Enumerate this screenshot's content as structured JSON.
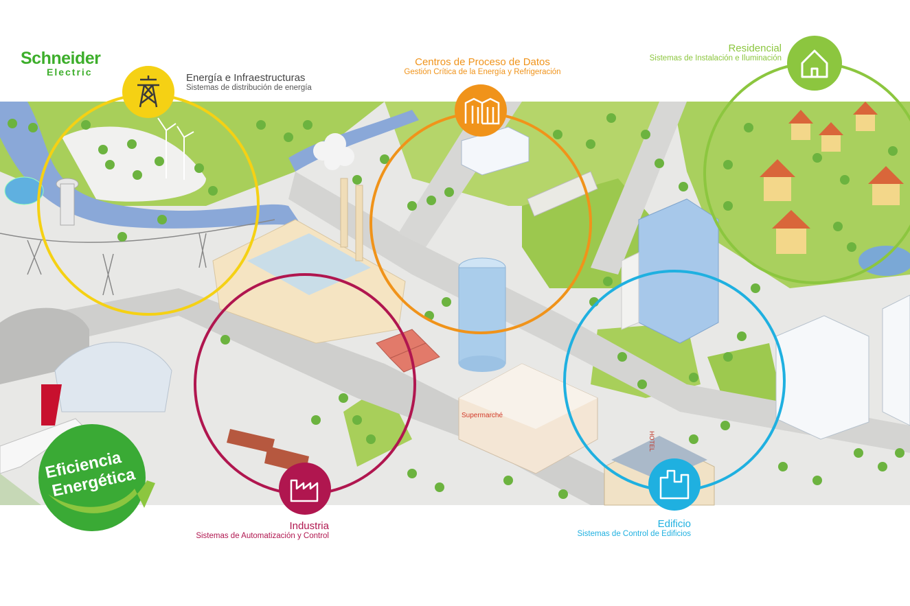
{
  "brand": {
    "name": "Schneider",
    "sub": "Electric",
    "color": "#3dae2b"
  },
  "badge": {
    "line1": "Eficiencia",
    "line2": "Energética",
    "color": "#3aaa35"
  },
  "segments": {
    "energia": {
      "title": "Energía e Infraestructuras",
      "subtitle": "Sistemas de distribución de energía",
      "color": "#f5d114",
      "icon": "power-pylon-icon"
    },
    "datos": {
      "title": "Centros de Proceso de Datos",
      "subtitle": "Gestión Crítica de la Energía y Refrigeración",
      "color": "#f0931a",
      "icon": "server-rack-icon"
    },
    "residencial": {
      "title": "Residencial",
      "subtitle": "Sistemas de Instalación e Iluminación",
      "color": "#8cc63f",
      "icon": "house-icon"
    },
    "industria": {
      "title": "Industria",
      "subtitle": "Sistemas de Automatización y Control",
      "color": "#b0164f",
      "icon": "factory-icon"
    },
    "edificio": {
      "title": "Edificio",
      "subtitle": "Sistemas de Control de Edificios",
      "color": "#1fb0e0",
      "icon": "building-icon"
    }
  },
  "map_text": {
    "supermarket": "Supermarché",
    "hotel": "HOTEL"
  }
}
